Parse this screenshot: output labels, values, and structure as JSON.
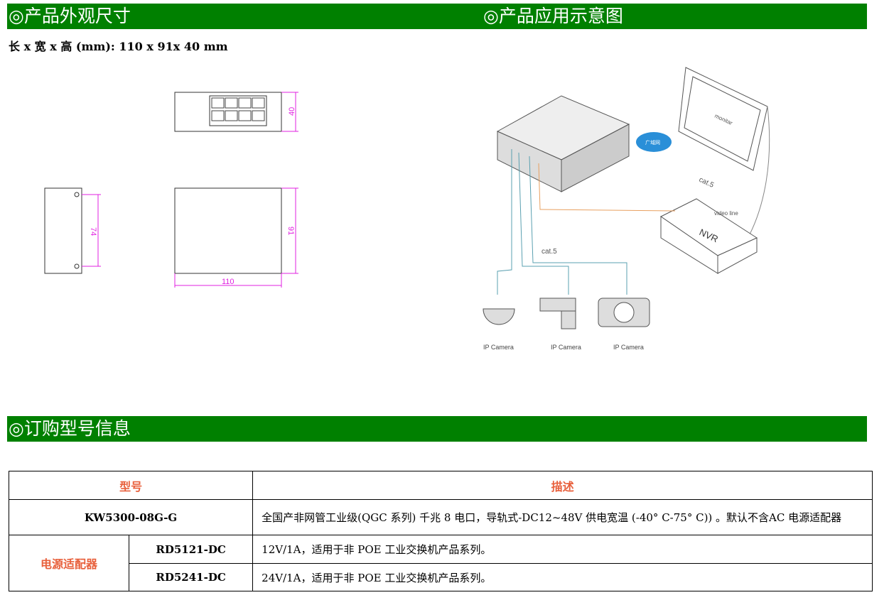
{
  "sections": {
    "dimensions_title": "◎产品外观尺寸",
    "application_title": "◎产品应用示意图",
    "ordering_title": "◎订购型号信息"
  },
  "dimensions": {
    "text": "长 x 宽 x 高 (mm): 110 x 91x 40 mm",
    "height_label": "40",
    "hole_spacing_label": "74",
    "depth_label": "91",
    "width_label": "110"
  },
  "diagram": {
    "monitor": "monitar",
    "cloud": "广域网",
    "cat5_top": "cat.5",
    "video_line": "video line",
    "nvr": "NVR",
    "cat5_bottom": "cat.5",
    "cameras": [
      "IP Camera",
      "IP Camera",
      "IP Camera"
    ]
  },
  "table": {
    "headers": [
      "型号",
      "描述"
    ],
    "rows": [
      {
        "model": "KW5300-08G-G",
        "desc": "全国产非网管工业级(QGC 系列) 千兆 8 电口，导轨式-DC12~48V 供电宽温 (-40° C-75° C)) 。默认不含AC 电源适配器"
      },
      {
        "group": "电源适配器",
        "model": "RD5121-DC",
        "desc": "12V/1A，适用于非 POE 工业交换机产品系列。"
      },
      {
        "model": "RD5241-DC",
        "desc": "24V/1A，适用于非 POE 工业交换机产品系列。"
      }
    ]
  }
}
